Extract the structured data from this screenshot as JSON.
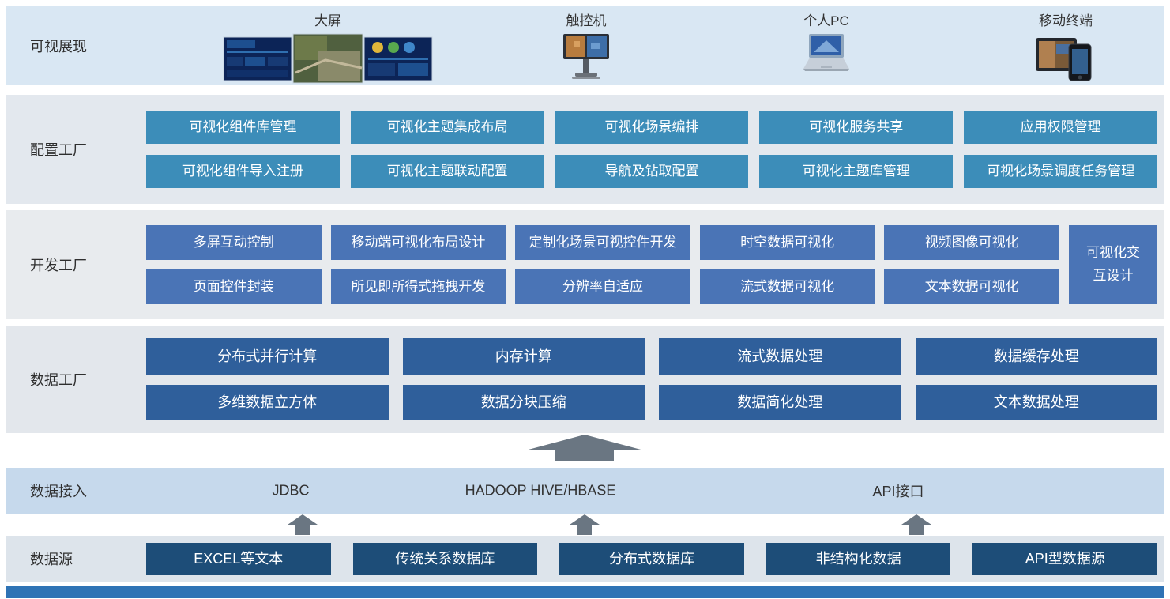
{
  "colors": {
    "band_display_bg": "#d9e7f3",
    "band_config_bg": "#e3e8ee",
    "band_dev_bg": "#e8ebee",
    "band_data_bg": "#e3e7ec",
    "band_access_bg": "#c6d9ec",
    "band_source_bg": "#dde4eb",
    "btn_config": "#3c8db9",
    "btn_dev": "#4a74b6",
    "btn_data": "#2f5f9b",
    "btn_source": "#1d4d78",
    "arrow": "#6a7682",
    "bottom_bar": "#2e73b5"
  },
  "display": {
    "label": "可视展现",
    "devices": [
      {
        "name": "大屏"
      },
      {
        "name": "触控机"
      },
      {
        "name": "个人PC"
      },
      {
        "name": "移动终端"
      }
    ]
  },
  "config_factory": {
    "label": "配置工厂",
    "rows": [
      [
        "可视化组件库管理",
        "可视化主题集成布局",
        "可视化场景编排",
        "可视化服务共享",
        "应用权限管理"
      ],
      [
        "可视化组件导入注册",
        "可视化主题联动配置",
        "导航及钻取配置",
        "可视化主题库管理",
        "可视化场景调度任务管理"
      ]
    ]
  },
  "dev_factory": {
    "label": "开发工厂",
    "rows": [
      [
        "多屏互动控制",
        "移动端可视化布局设计",
        "定制化场景可视控件开发",
        "时空数据可视化",
        "视频图像可视化"
      ],
      [
        "页面控件封装",
        "所见即所得式拖拽开发",
        "分辨率自适应",
        "流式数据可视化",
        "文本数据可视化"
      ]
    ],
    "tall_item": "可视化交互设计"
  },
  "data_factory": {
    "label": "数据工厂",
    "rows": [
      [
        "分布式并行计算",
        "内存计算",
        "流式数据处理",
        "数据缓存处理"
      ],
      [
        "多维数据立方体",
        "数据分块压缩",
        "数据简化处理",
        "文本数据处理"
      ]
    ]
  },
  "data_access": {
    "label": "数据接入",
    "items": [
      "JDBC",
      "HADOOP HIVE/HBASE",
      "API接口"
    ]
  },
  "data_source": {
    "label": "数据源",
    "items": [
      "EXCEL等文本",
      "传统关系数据库",
      "分布式数据库",
      "非结构化数据",
      "API型数据源"
    ]
  }
}
